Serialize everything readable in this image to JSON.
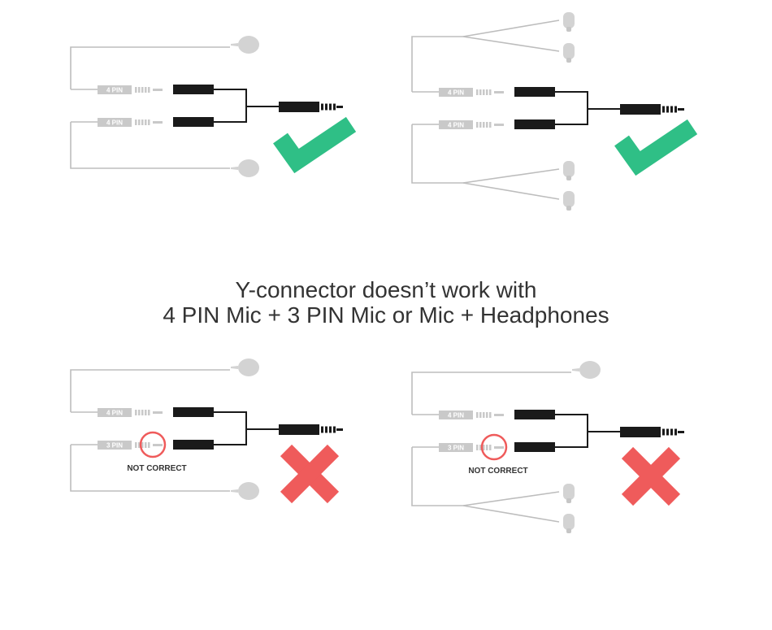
{
  "caption": {
    "line1": "Y-connector doesn’t work with",
    "line2": "4 PIN Mic + 3 PIN Mic or Mic + Headphones"
  },
  "panels": [
    {
      "name": "panel-correct-two-mics",
      "plugs": [
        "4 PIN",
        "4 PIN"
      ],
      "lower_device": "mic",
      "upper_device": "mic",
      "status": "correct",
      "note": ""
    },
    {
      "name": "panel-correct-two-headphones",
      "plugs": [
        "4 PIN",
        "4 PIN"
      ],
      "lower_device": "earbuds",
      "upper_device": "earbuds",
      "status": "correct",
      "note": ""
    },
    {
      "name": "panel-incorrect-mic-3pin",
      "plugs": [
        "4 PIN",
        "3 PIN"
      ],
      "lower_device": "mic",
      "upper_device": "mic",
      "status": "incorrect",
      "note": "NOT CORRECT"
    },
    {
      "name": "panel-incorrect-headphones-3pin",
      "plugs": [
        "4 PIN",
        "3 PIN"
      ],
      "lower_device": "earbuds",
      "upper_device": "mic",
      "status": "incorrect",
      "note": "NOT CORRECT"
    }
  ],
  "colors": {
    "correct": "#2fbf86",
    "incorrect": "#ef5b5b",
    "cable": "#bdbdbd",
    "connector": "#1a1a1a",
    "caption": "#333333"
  },
  "icons": {
    "correct": "checkmark-icon",
    "incorrect": "cross-icon",
    "mic": "microphone-icon",
    "earbuds": "earbud-icon",
    "highlight": "circle-highlight-icon"
  }
}
